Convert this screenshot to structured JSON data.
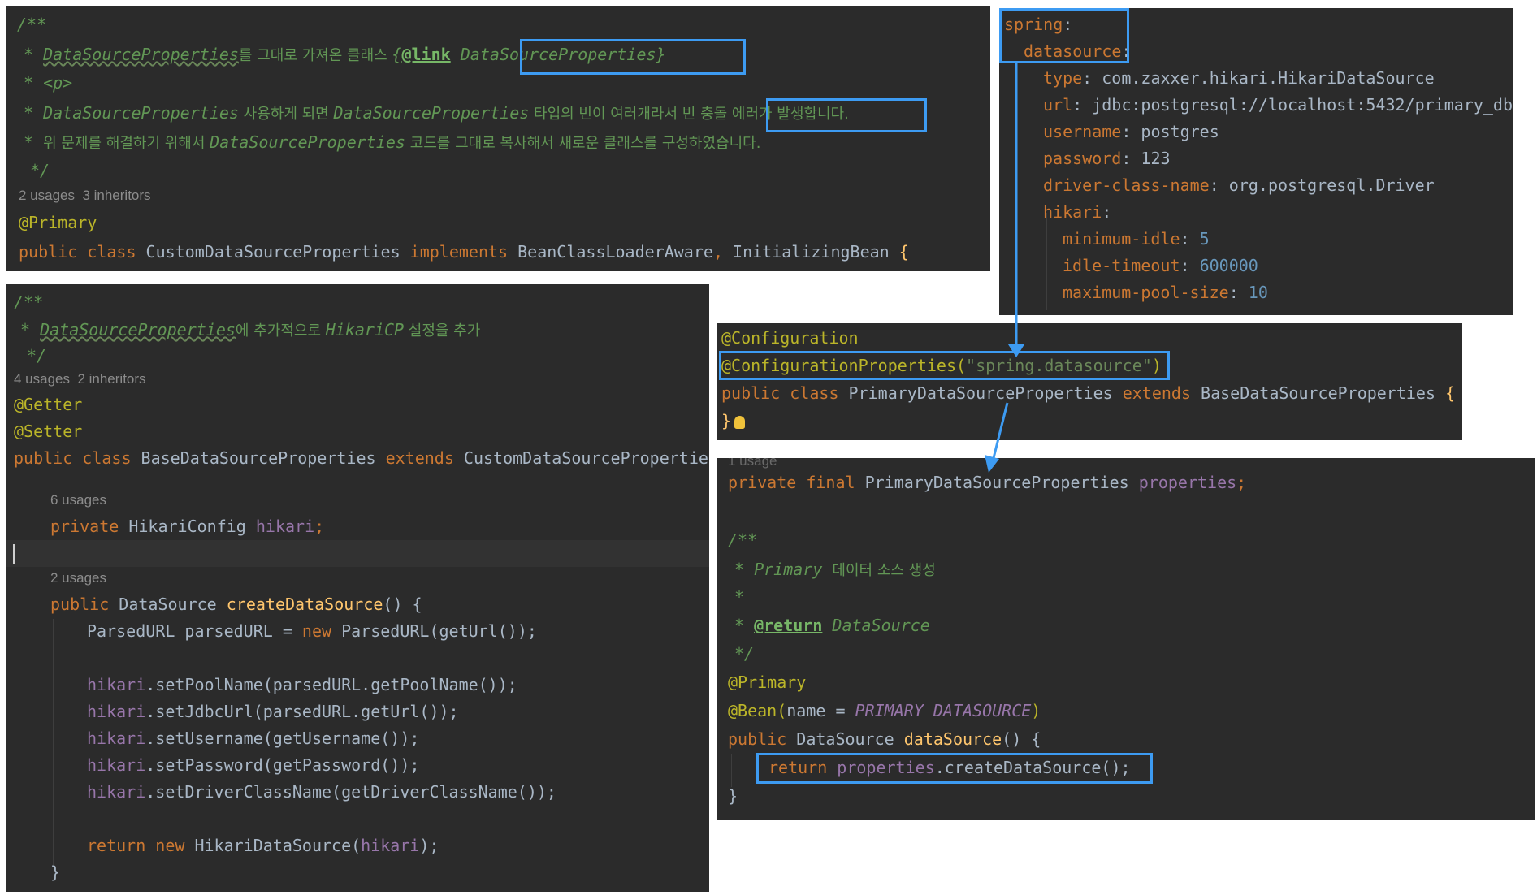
{
  "panel_a": {
    "doc_open": "/**",
    "doc_line1_cls": "DataSourceProperties",
    "doc_line1_txt": "를 그대로 가져온 클래스 ",
    "doc_line1_link_open": "{",
    "doc_line1_link_tag": "@link",
    "doc_line1_link_target": "DataSourceProperties}",
    "doc_line2": "<p>",
    "doc_line3_a": "DataSourceProperties",
    "doc_line3_b": " 사용하게 되면 ",
    "doc_line3_c": "DataSourceProperties",
    "doc_line3_d": " 타입의 빈이 여러개라서 ",
    "doc_line3_e": "빈 충돌 에러가 발생",
    "doc_line3_f": "합니다.",
    "doc_line4_a": "위 문제를 해결하기 위해서 ",
    "doc_line4_b": "DataSourceProperties",
    "doc_line4_c": " 코드를 그대로 복사해서 새로운 클래스를 구성하였습니다.",
    "doc_close": "*/",
    "usages": "2 usages  3 inheritors",
    "annotation": "@Primary",
    "decl_public": "public class ",
    "decl_name": "CustomDataSourceProperties ",
    "decl_implements": "implements ",
    "decl_iface1": "BeanClassLoaderAware",
    "decl_comma": ", ",
    "decl_iface2": "InitializingBean ",
    "decl_brace": "{"
  },
  "panel_b": {
    "spring": "spring",
    "datasource": "datasource",
    "type_key": "type",
    "type_val": "com.zaxxer.hikari.HikariDataSource",
    "url_key": "url",
    "url_val": "jdbc:postgresql://localhost:5432/primary_db",
    "username_key": "username",
    "username_val": "postgres",
    "password_key": "password",
    "password_val": "123",
    "driver_key": "driver-class-name",
    "driver_val": "org.postgresql.Driver",
    "hikari_key": "hikari",
    "min_idle_key": "minimum-idle",
    "min_idle_val": "5",
    "idle_timeout_key": "idle-timeout",
    "idle_timeout_val": "600000",
    "max_pool_key": "maximum-pool-size",
    "max_pool_val": "10",
    "colon": ":"
  },
  "panel_c": {
    "annotation1": "@Configuration",
    "annotation2_open": "@ConfigurationProperties(",
    "annotation2_arg": "\"spring.datasource\"",
    "annotation2_close": ")",
    "decl_public": "public class ",
    "decl_name": "PrimaryDataSourceProperties ",
    "decl_extends": "extends ",
    "decl_parent": "BaseDataSourceProperties ",
    "decl_brace": "{",
    "close": "}"
  },
  "panel_d": {
    "doc_open": "/**",
    "doc_line1_cls": "DataSourceProperties",
    "doc_line1_a": "에 추가적으로 ",
    "doc_line1_b": "HikariCP",
    "doc_line1_c": " 설정을 추가",
    "doc_close": "*/",
    "usages": "4 usages  2 inheritors",
    "getter": "@Getter",
    "setter": "@Setter",
    "decl_public": "public class ",
    "decl_name": "BaseDataSourceProperties ",
    "decl_extends": "extends ",
    "decl_parent": "CustomDataSourceProperties ",
    "decl_brace": "{",
    "field_usages": "6 usages",
    "field_private": "private ",
    "field_type": "HikariConfig ",
    "field_name": "hikari",
    "semi": ";",
    "method_usages": "2 usages",
    "method_public": "public ",
    "method_type": "DataSource ",
    "method_name": "createDataSource",
    "method_parens": "() {",
    "l1_a": "ParsedURL parsedURL = ",
    "l1_new": "new ",
    "l1_b": "ParsedURL(getUrl());",
    "hikari": "hikari",
    "l2": ".setPoolName(parsedURL.getPoolName());",
    "l3": ".setJdbcUrl(parsedURL.getUrl());",
    "l4": ".setUsername(getUsername());",
    "l5": ".setPassword(getPassword());",
    "l6": ".setDriverClassName(getDriverClassName());",
    "ret_return": "return ",
    "ret_new": "new ",
    "ret_cls": "HikariDataSource(",
    "ret_end": ");",
    "close": "}"
  },
  "panel_e": {
    "usage_hint": "1 usage",
    "field_kw": "private final ",
    "field_type": "PrimaryDataSourceProperties ",
    "field_name": "properties",
    "semi": ";",
    "doc_open": "/**",
    "doc_line1_a": "* Primary ",
    "doc_line1_b": "데이터 소스 생성",
    "doc_star": "*",
    "doc_ret_star": "* ",
    "doc_ret_tag": "@return",
    "doc_ret_val": " DataSource",
    "doc_close": "*/",
    "primary": "@Primary",
    "bean_open": "@Bean(",
    "bean_attr": "name = ",
    "bean_const": "PRIMARY_DATASOURCE",
    "bean_close": ")",
    "m_public": "public ",
    "m_type": "DataSource ",
    "m_name": "dataSource",
    "m_parens": "() {",
    "ret_kw": "return ",
    "ret_field": "properties",
    "ret_call": ".createDataSource();",
    "close": "}"
  },
  "colors": {
    "editor_bg": "#2b2b2b",
    "highlight_box": "#3d9bf2",
    "keyword": "#cc7832",
    "annotation": "#bbb529",
    "comment": "#629755",
    "field": "#9876aa",
    "method": "#ffc66d",
    "string": "#6a8759",
    "number": "#6897bb"
  }
}
